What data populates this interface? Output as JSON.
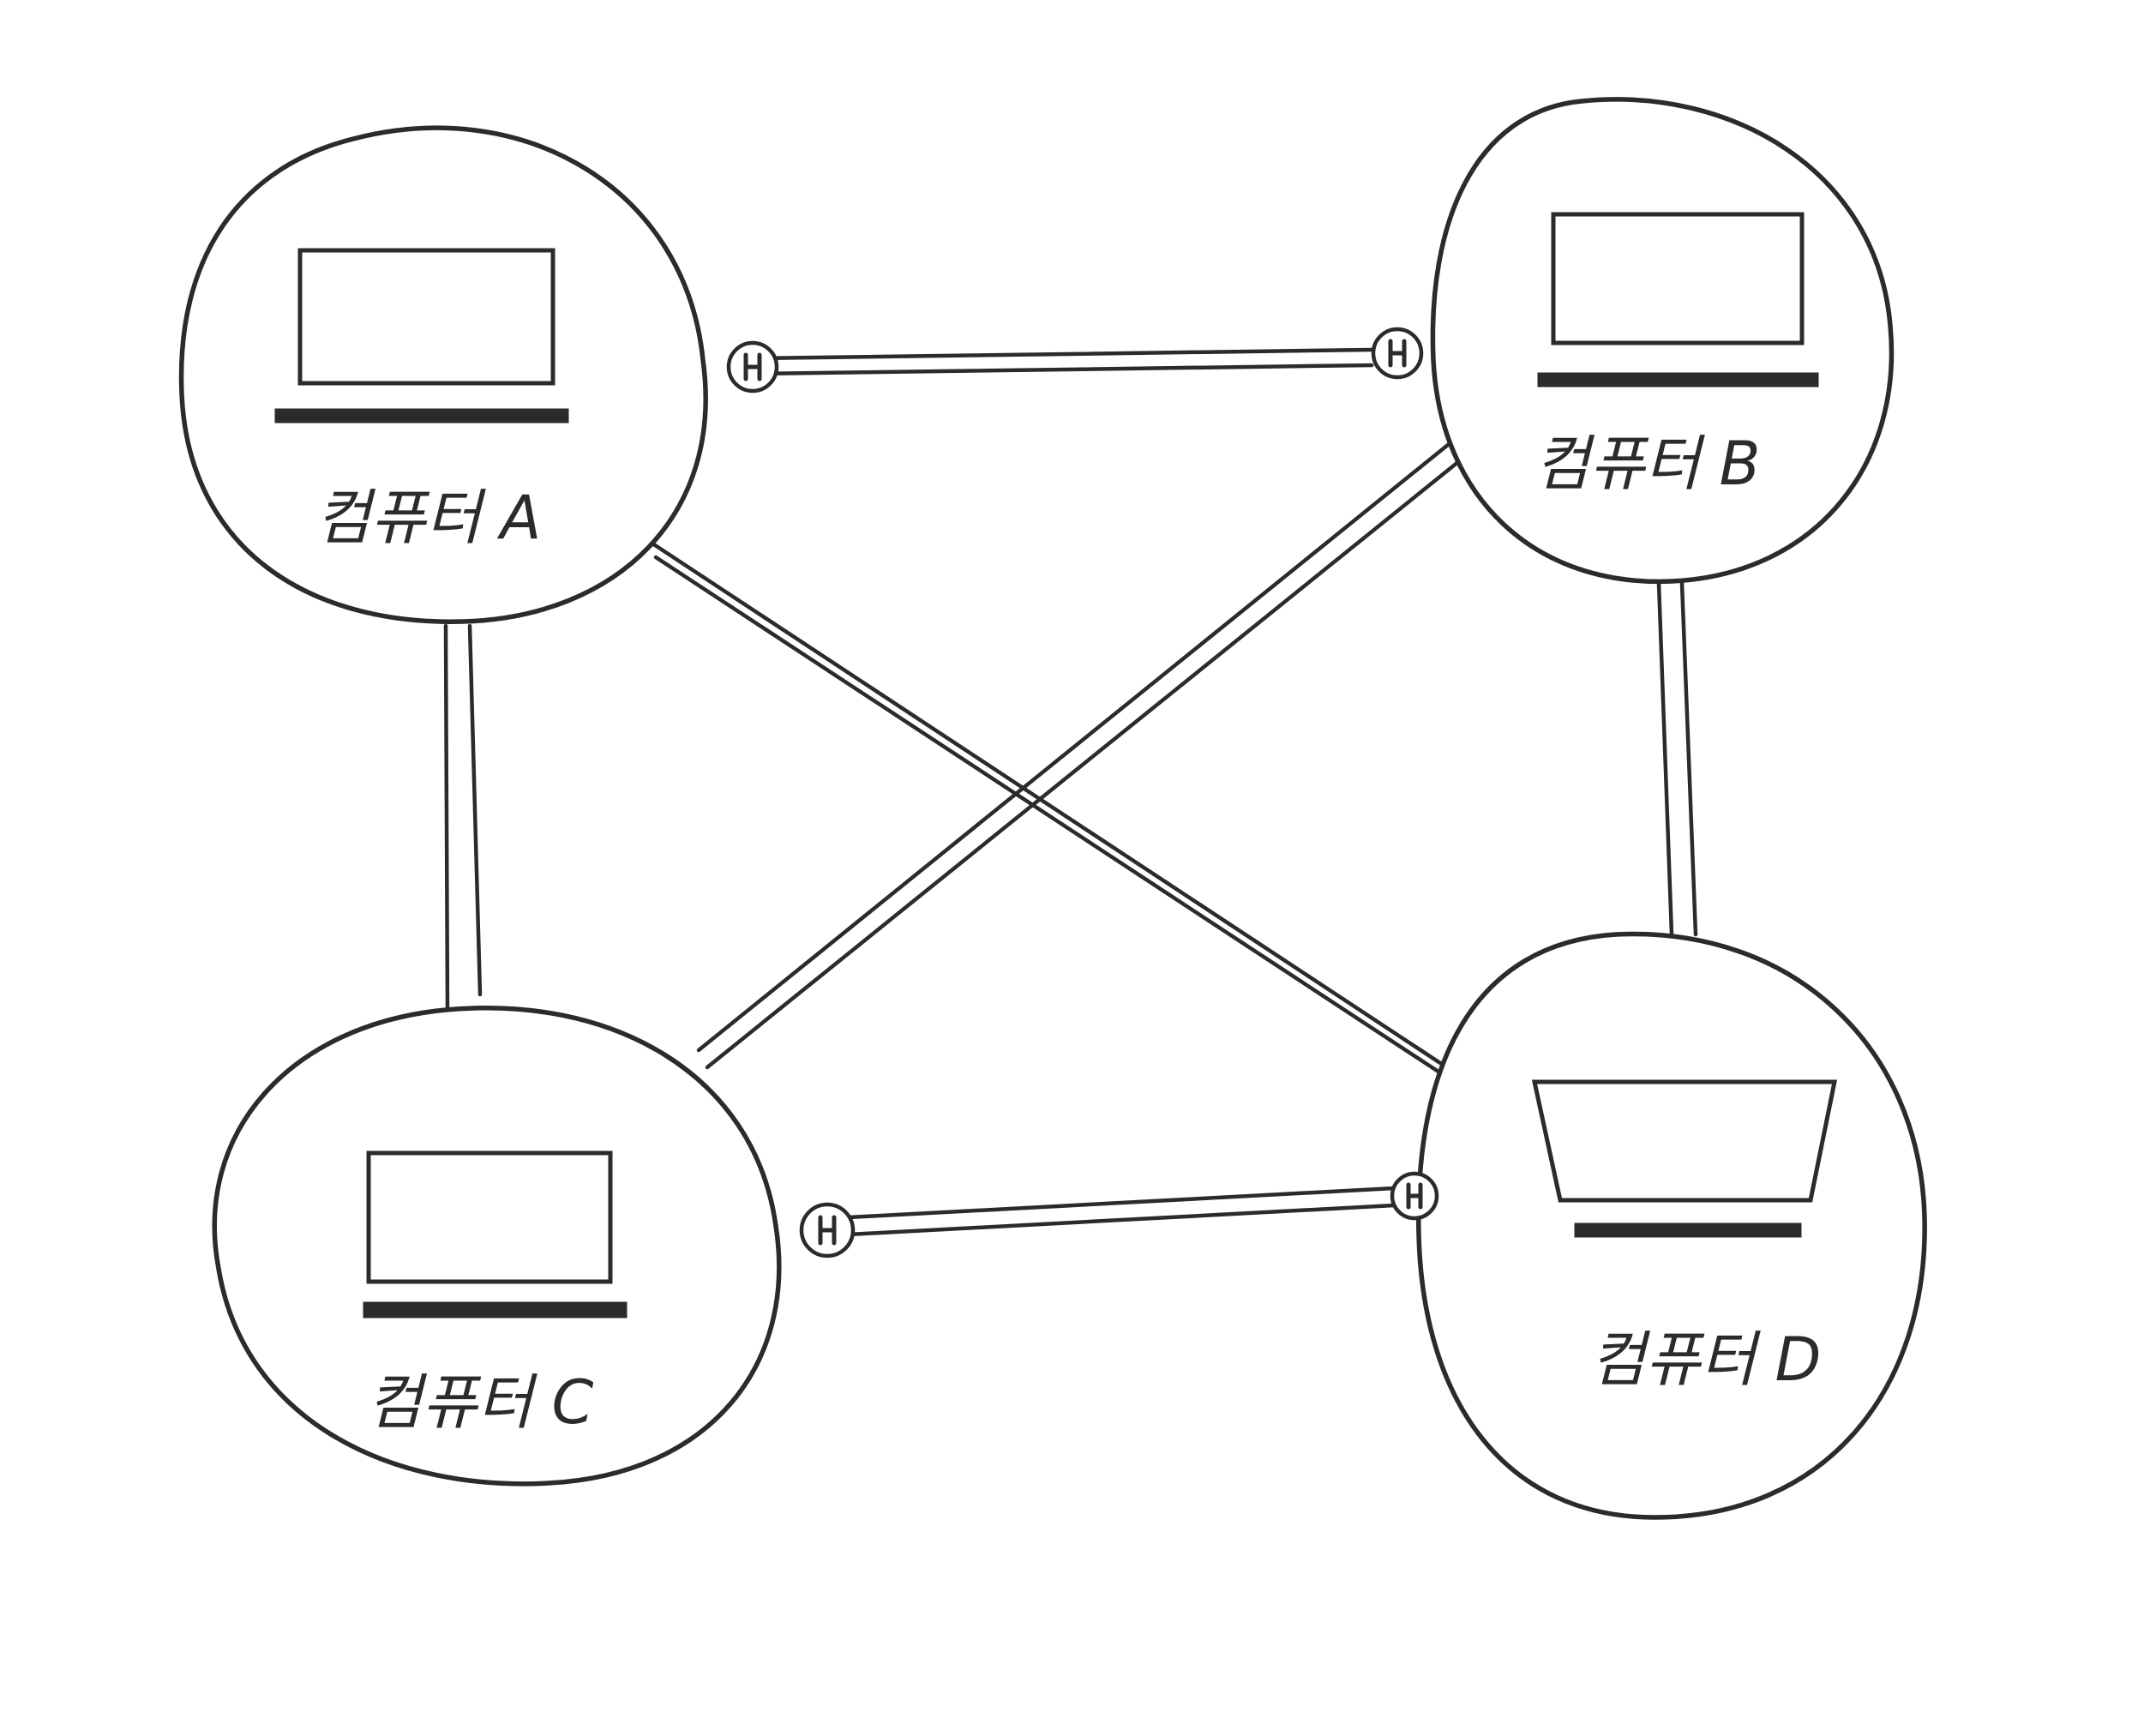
{
  "nodes": [
    {
      "id": "A",
      "label": "컴퓨터 A"
    },
    {
      "id": "B",
      "label": "컴퓨터 B"
    },
    {
      "id": "C",
      "label": "컴퓨터 C"
    },
    {
      "id": "D",
      "label": "컴퓨터 D"
    }
  ],
  "links": [
    {
      "from": "A",
      "to": "B",
      "connectors": true
    },
    {
      "from": "A",
      "to": "C",
      "connectors": false
    },
    {
      "from": "A",
      "to": "D",
      "connectors": false
    },
    {
      "from": "B",
      "to": "C",
      "connectors": false
    },
    {
      "from": "B",
      "to": "D",
      "connectors": false
    },
    {
      "from": "C",
      "to": "D",
      "connectors": true
    }
  ],
  "colors": {
    "ink": "#2b2b2b",
    "background": "#ffffff"
  }
}
